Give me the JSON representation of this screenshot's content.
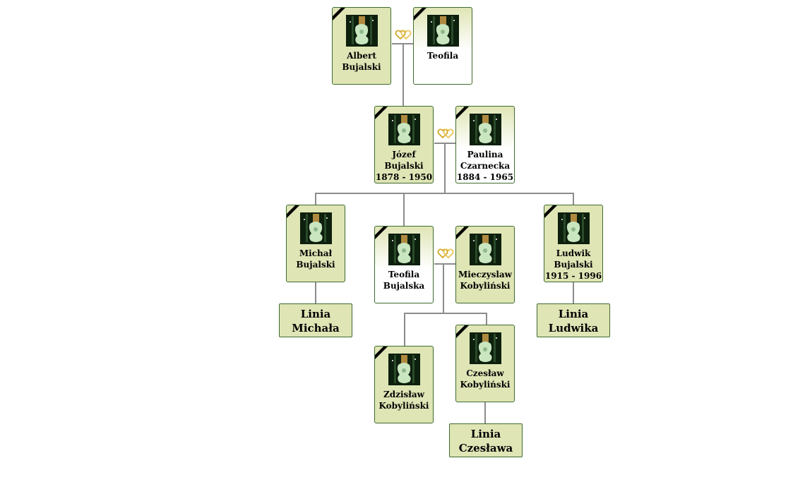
{
  "colors": {
    "card_border": "#3f6b2f",
    "card_fill": "#dfe5b5",
    "connector": "#8c8c8c",
    "ribbon": "#000000",
    "rings": "#d4a82a"
  },
  "persons": {
    "albert": {
      "name1": "Albert",
      "name2": "Bujalski",
      "dates": "",
      "gender": "male",
      "deceased": true
    },
    "teofila1": {
      "name1": "Teofila",
      "name2": "",
      "dates": "",
      "gender": "female",
      "deceased": true
    },
    "jozef": {
      "name1": "Józef",
      "name2": "Bujalski",
      "dates": "1878 - 1950",
      "gender": "male",
      "deceased": true
    },
    "paulina": {
      "name1": "Paulina",
      "name2": "Czarnecka",
      "dates": "1884 - 1965",
      "gender": "female",
      "deceased": true
    },
    "michal": {
      "name1": "Michał",
      "name2": "Bujalski",
      "dates": "",
      "gender": "male",
      "deceased": true
    },
    "teofila2": {
      "name1": "Teofila",
      "name2": "Bujalska",
      "dates": "",
      "gender": "female",
      "deceased": true
    },
    "mieczyslaw": {
      "name1": "Mieczyslaw",
      "name2": "Kobyliński",
      "dates": "",
      "gender": "male",
      "deceased": true
    },
    "ludwik": {
      "name1": "Ludwik",
      "name2": "Bujalski",
      "dates": "1915 - 1996",
      "gender": "male",
      "deceased": true
    },
    "zdzislaw": {
      "name1": "Zdzisław",
      "name2": "Kobyliński",
      "dates": "",
      "gender": "male",
      "deceased": true
    },
    "czeslaw": {
      "name1": "Czesław",
      "name2": "Kobyliński",
      "dates": "",
      "gender": "male",
      "deceased": true
    }
  },
  "lines": {
    "michala": {
      "line1": "Linia",
      "line2": "Michała"
    },
    "ludwika": {
      "line1": "Linia",
      "line2": "Ludwika"
    },
    "czeslawa": {
      "line1": "Linia",
      "line2": "Czesława"
    }
  },
  "icons": {
    "photo": "portrait-placeholder-icon",
    "ribbon": "mourning-ribbon-icon",
    "marriage": "wedding-rings-icon"
  }
}
